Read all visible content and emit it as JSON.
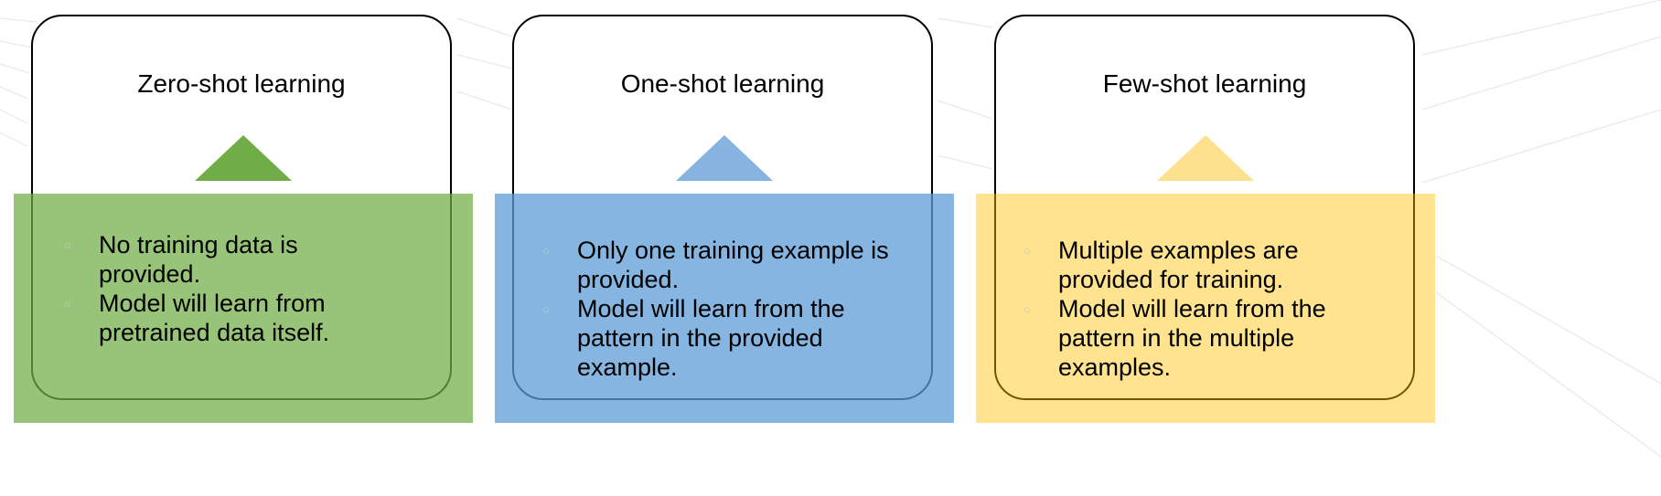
{
  "cards": [
    {
      "title": "Zero-shot learning",
      "color": "#70ad47",
      "bullets": [
        "No training data is provided.",
        "Model will learn from pretrained data itself."
      ]
    },
    {
      "title": "One-shot learning",
      "color": "#5b9bd5",
      "bullets": [
        "Only one training example is provided.",
        "Model will learn from the pattern in the provided example."
      ]
    },
    {
      "title": "Few-shot learning",
      "color": "#ffc000",
      "bullets": [
        "Multiple examples are provided for training.",
        "Model will learn from the pattern in the multiple examples."
      ]
    }
  ],
  "bullet_symbol": "○"
}
